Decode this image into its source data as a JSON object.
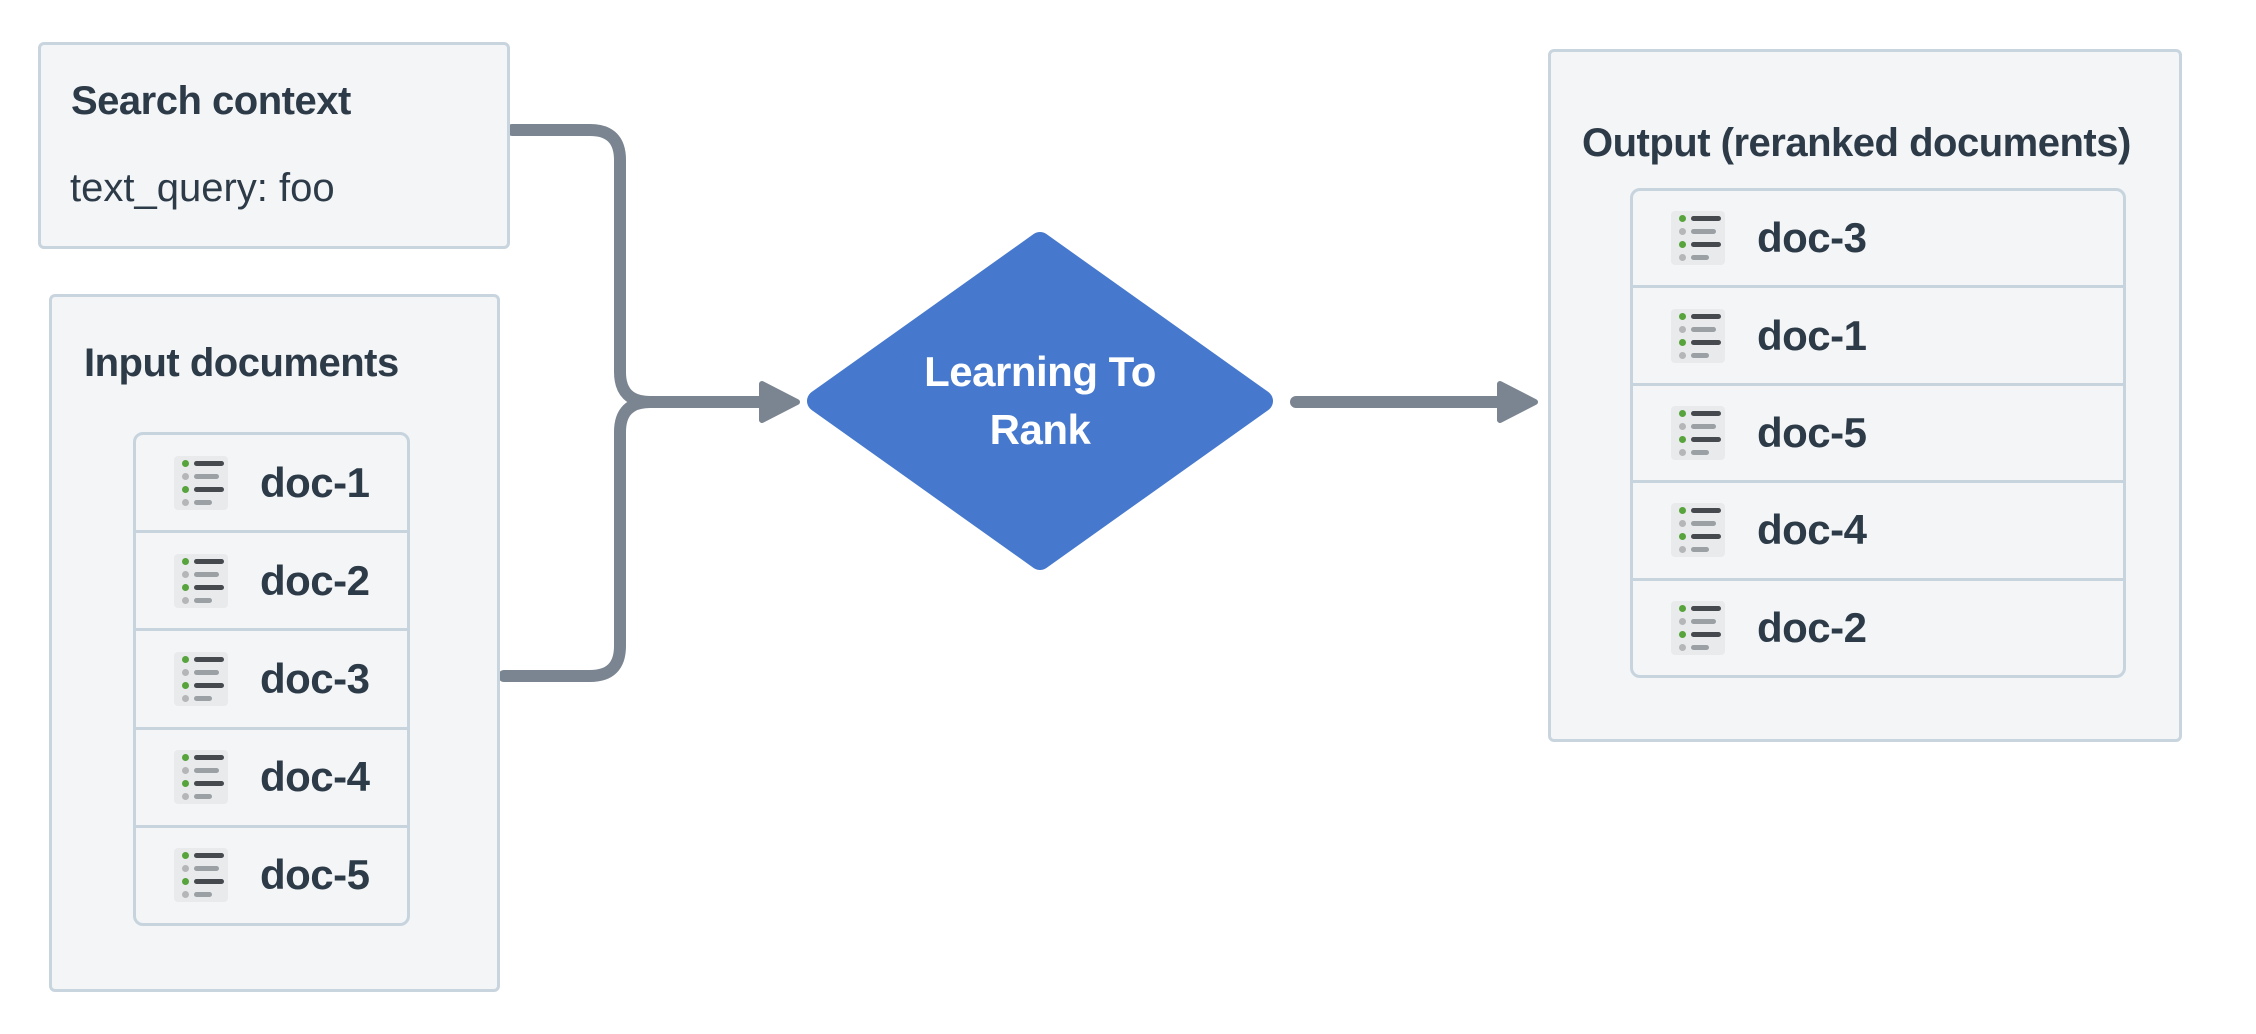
{
  "diagram": {
    "search_context": {
      "title": "Search context",
      "query": "text_query: foo"
    },
    "input": {
      "title": "Input documents",
      "documents": [
        "doc-1",
        "doc-2",
        "doc-3",
        "doc-4",
        "doc-5"
      ]
    },
    "process": {
      "label_line1": "Learning To",
      "label_line2": "Rank"
    },
    "output": {
      "title": "Output (reranked documents)",
      "documents": [
        "doc-3",
        "doc-1",
        "doc-5",
        "doc-4",
        "doc-2"
      ]
    },
    "icons": {
      "doc_row_icon": "bullet-list-icon"
    },
    "colors": {
      "diamond": "#4679cd",
      "connector": "#7a8591",
      "box_border": "#c9d5de",
      "box_bg": "#f3f5f7",
      "text": "#2d3a47",
      "icon_green": "#57a33c"
    }
  }
}
